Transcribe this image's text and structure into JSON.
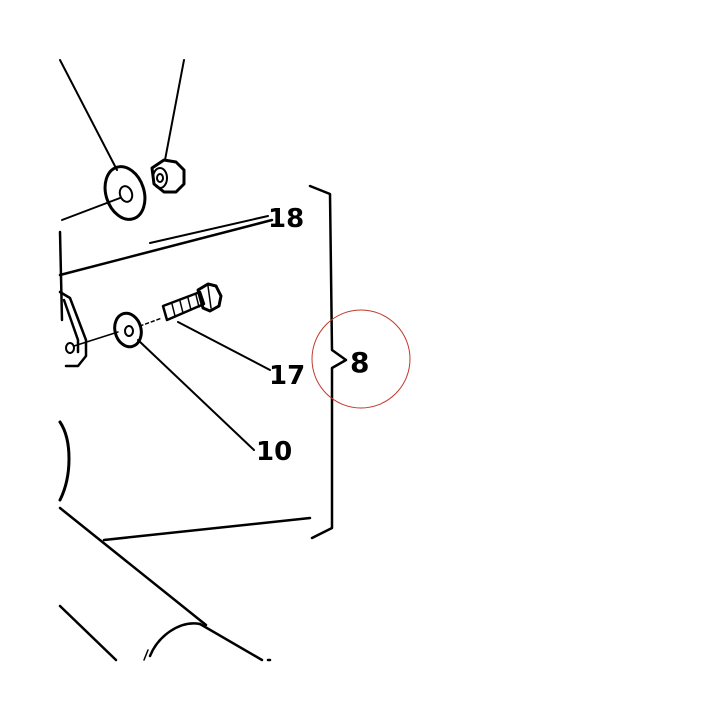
{
  "callouts": {
    "part_18": "18",
    "part_17": "17",
    "part_10": "10",
    "assembly_8": "8"
  },
  "colors": {
    "line": "#000000",
    "highlight_circle": "#c0392b",
    "background": "#ffffff"
  }
}
